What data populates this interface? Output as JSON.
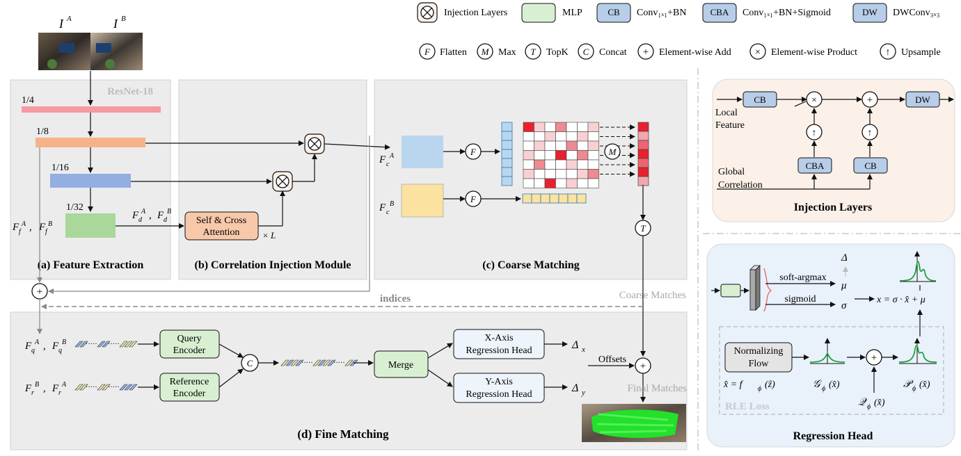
{
  "legend": {
    "injection": "Injection Layers",
    "mlp": "MLP",
    "cb_box": "CB",
    "cb_desc": "Conv₁ₓ₁+BN",
    "cba_box": "CBA",
    "cba_desc": "Conv₁ₓ₁+BN+Sigmoid",
    "dw_box": "DW",
    "dw_desc": "DWConv₃ₓ₃",
    "flatten_sym": "F",
    "flatten": "Flatten",
    "max_sym": "M",
    "max": "Max",
    "topk_sym": "T",
    "topk": "TopK",
    "concat_sym": "C",
    "concat": "Concat",
    "add_sym": "+",
    "add": "Element-wise Add",
    "prod_sym": "×",
    "prod": "Element-wise Product",
    "up_sym": "↑",
    "up": "Upsample"
  },
  "input": {
    "ia": "I",
    "ia_sup": "A",
    "ib": "I",
    "ib_sup": "B"
  },
  "feature_extraction": {
    "backbone": "ResNet-18",
    "s4": "1/4",
    "s8": "1/8",
    "s16": "1/16",
    "s32": "1/32",
    "ff": "F",
    "ff_sub": "f",
    "ff_a": "A",
    "ff_b": "B",
    "fd": "F",
    "fd_sub": "d",
    "title": "(a) Feature Extraction"
  },
  "correlation": {
    "attn1": "Self & Cross",
    "attn2": "Attention",
    "times_l": "× L",
    "title": "(b) Correlation Injection Module"
  },
  "coarse": {
    "fc": "F",
    "fc_sub": "c",
    "fc_a": "A",
    "fc_b": "B",
    "title": "(c) Coarse Matching",
    "coarse_matches": "Coarse Matches",
    "indices": "indices"
  },
  "fine": {
    "fq": "F",
    "fq_sub": "q",
    "fr": "F",
    "fr_sub": "r",
    "query1": "Query",
    "query2": "Encoder",
    "ref1": "Reference",
    "ref2": "Encoder",
    "merge": "Merge",
    "x1": "X-Axis",
    "x2": "Regression Head",
    "y1": "Y-Axis",
    "y2": "Regression Head",
    "dx": "Δ",
    "dx_sub": "x",
    "dy": "Δ",
    "dy_sub": "y",
    "offsets": "Offsets",
    "final_matches": "Final Matches",
    "title": "(d) Fine Matching"
  },
  "injection_panel": {
    "cb_top": "CB",
    "dw": "DW",
    "cba": "CBA",
    "cb_bottom": "CB",
    "local1": "Local",
    "local2": "Feature",
    "global1": "Global",
    "global2": "Correlation",
    "title": "Injection Layers"
  },
  "regression_panel": {
    "soft_argmax": "soft-argmax",
    "sigmoid": "sigmoid",
    "delta": "Δ",
    "mu": "μ",
    "sigma": "σ",
    "formula": "x = σ · x̂ + μ",
    "nf1": "Normalizing",
    "nf2": "Flow",
    "xhat": "x̂ = f",
    "xhat_sub": "ϕ",
    "xhat_arg": "(ẑ)",
    "g": "𝒢",
    "g_sub": "ϕ",
    "g_arg": "(x̂)",
    "q": "𝒬",
    "q_sub": "ϕ",
    "q_arg": "(x̂)",
    "p": "𝒫",
    "p_sub": "ϕ",
    "p_arg": "(x̂)",
    "rle": "RLE Loss",
    "title": "Regression Head"
  },
  "colors": {
    "cb_fill": "#b7cde8",
    "mlp_fill": "#d9efd2",
    "attn_fill": "#f8c8aa",
    "red_strip": "#f49aa0",
    "orange_strip": "#f6b38a",
    "blue_strip": "#93aee0",
    "green_block": "#a9d89a",
    "fca": "#b9d6ee",
    "fcb": "#fbe2a0",
    "panel_gray": "#ececec",
    "inj_bg": "#fbf1e9",
    "reg_bg": "#e9f1fa",
    "heat_red": "#e8212e"
  }
}
